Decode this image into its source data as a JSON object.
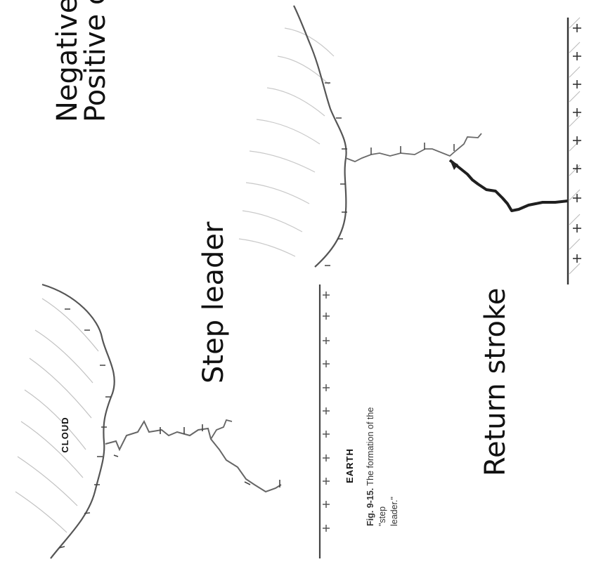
{
  "labels": {
    "negative": "Negative",
    "positive": "Positive c",
    "step_leader": "Step leader",
    "return_stroke": "Return stroke",
    "cloud": "CLOUD",
    "earth": "EARTH"
  },
  "caption": {
    "figure_number": "Fig. 9-15.",
    "text_line1": "The formation of the \"step",
    "text_line2": "leader.\""
  },
  "colors": {
    "ink": "#333333",
    "leader": "#555555",
    "hatch": "#b9b9b9",
    "stroke": "#222222"
  }
}
